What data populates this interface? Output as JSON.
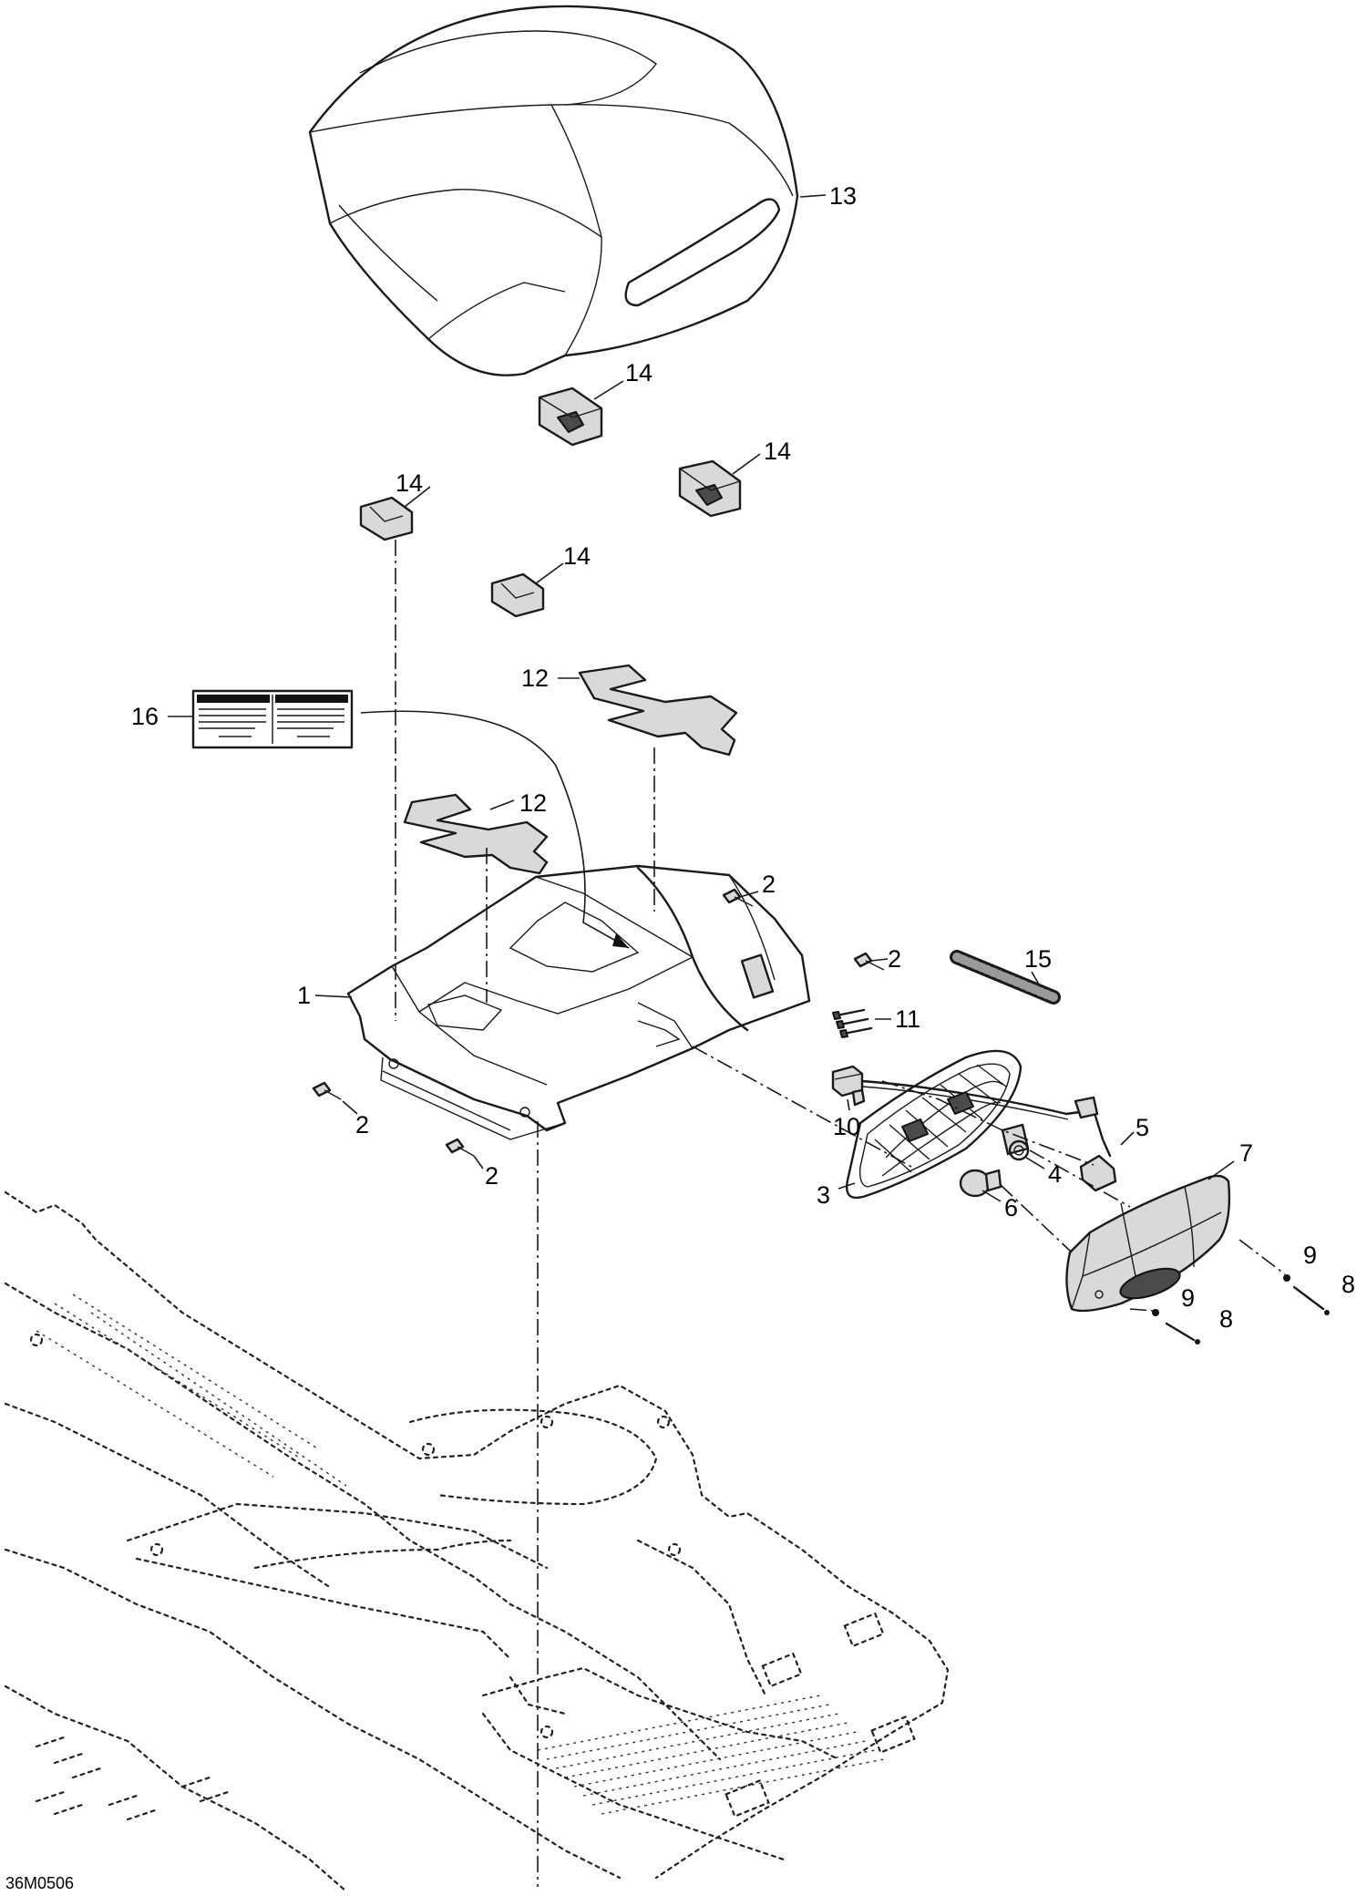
{
  "callouts": [
    {
      "label": "13"
    },
    {
      "label": "14"
    },
    {
      "label": "14"
    },
    {
      "label": "14"
    },
    {
      "label": "14"
    },
    {
      "label": "12"
    },
    {
      "label": "16"
    },
    {
      "label": "12"
    },
    {
      "label": "2"
    },
    {
      "label": "2"
    },
    {
      "label": "1"
    },
    {
      "label": "11"
    },
    {
      "label": "15"
    },
    {
      "label": "10"
    },
    {
      "label": "5"
    },
    {
      "label": "2"
    },
    {
      "label": "2"
    },
    {
      "label": "4"
    },
    {
      "label": "7"
    },
    {
      "label": "3"
    },
    {
      "label": "6"
    },
    {
      "label": "9"
    },
    {
      "label": "8"
    },
    {
      "label": "9"
    },
    {
      "label": "8"
    }
  ],
  "reference_code": "36M0506"
}
